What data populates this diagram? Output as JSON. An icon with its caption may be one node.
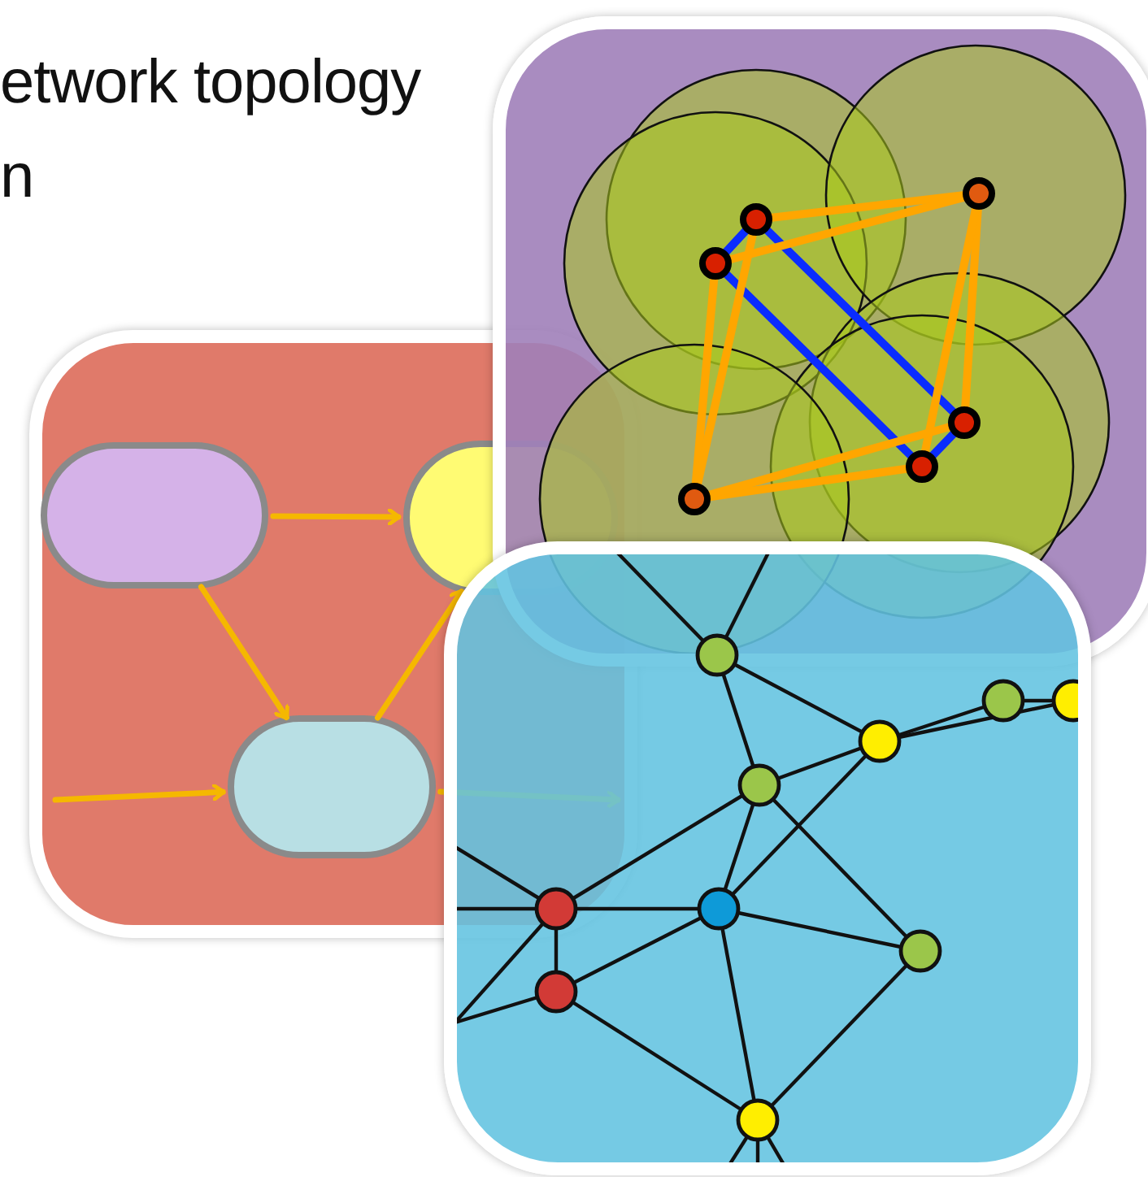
{
  "diagram": {
    "title": "etwork topology",
    "nodes": [
      {
        "text": [],
        "shape": "pill"
      },
      {
        "text": [],
        "shape": "pill"
      },
      {
        "text": [],
        "shape": "pill"
      }
    ],
    "edges": [
      {
        "from": 0,
        "to": 1,
        "arrow": "to"
      },
      {
        "from": 0,
        "to": 2,
        "arrow": "to"
      },
      {
        "from": null,
        "to": 2,
        "arrow": "to"
      },
      {
        "from": 2,
        "to": 1,
        "arrow": "to"
      },
      {
        "from": 2,
        "to": null,
        "arrow": "to"
      }
    ],
    "labels": [
      "n"
    ]
  }
}
